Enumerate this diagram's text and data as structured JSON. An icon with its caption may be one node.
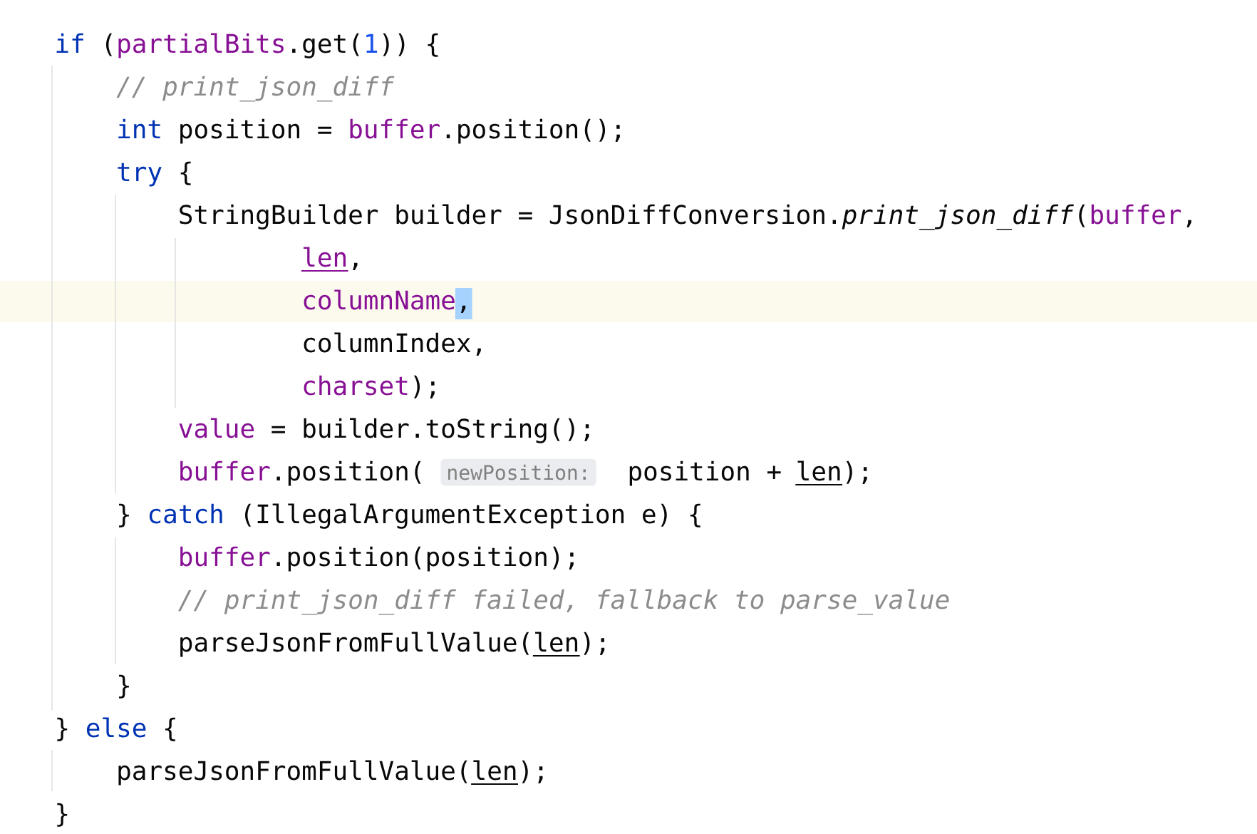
{
  "diagram": {
    "labels": [
      "if",
      "(",
      "partialBits",
      ".get(",
      "1",
      ")) {",
      "// print_json_diff",
      "int",
      "position =",
      "buffer",
      ".position();",
      "try",
      "{",
      "StringBuilder builder = JsonDiffConversion.",
      "print_json_diff",
      "(",
      "buffer",
      ",",
      "len",
      ",",
      "columnName",
      ",",
      "columnIndex,",
      "charset",
      ");",
      "value",
      "= builder.toString();",
      "buffer",
      ".position(",
      "newPosition:",
      "position +",
      "len",
      ");",
      "}",
      "catch",
      "(IllegalArgumentException e) {",
      "buffer",
      ".position(position);",
      "// print_json_diff failed, fallback to parse_value",
      "parseJsonFromFullValue(",
      "len",
      ");",
      "}",
      "}",
      "else",
      "{",
      "parseJsonFromFullValue(",
      "len",
      ");",
      "}"
    ]
  }
}
